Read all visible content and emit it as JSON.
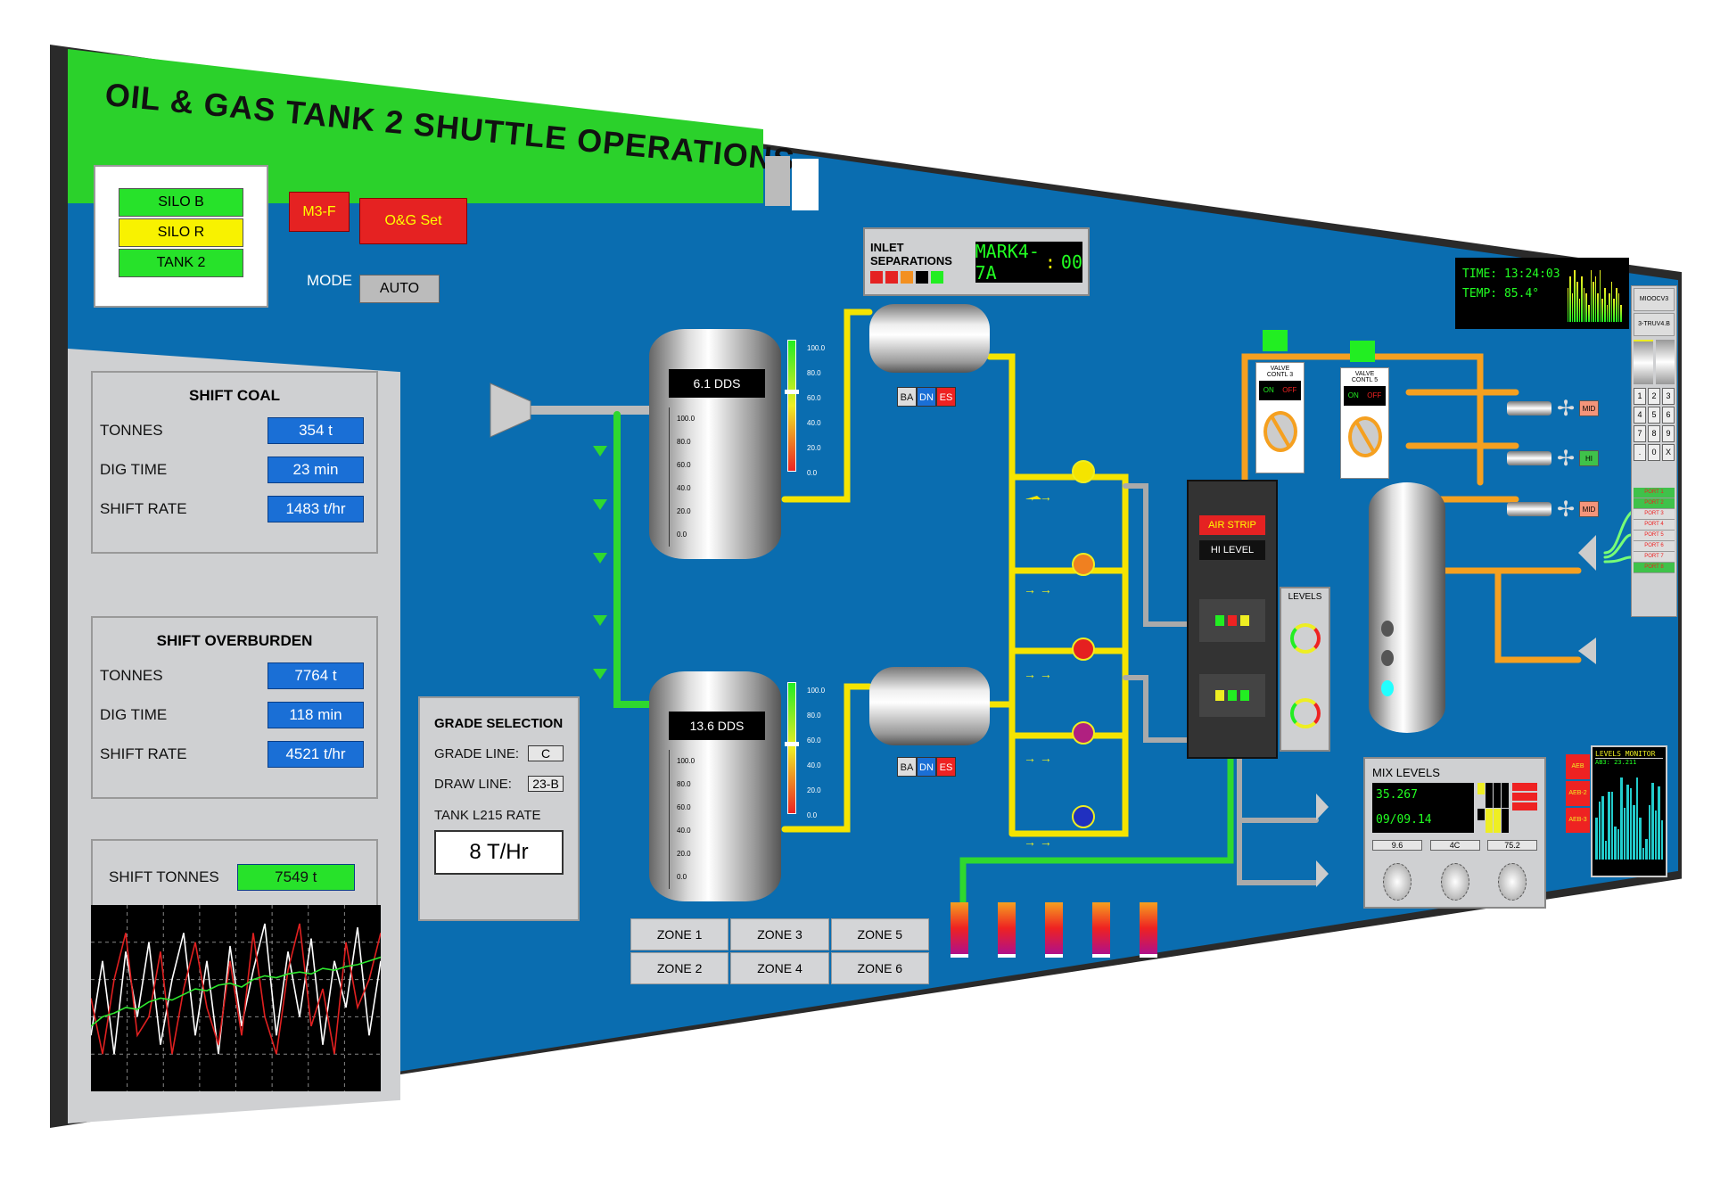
{
  "title": "OIL & GAS TANK 2 SHUTTLE OPERATIONS",
  "status_list": [
    {
      "label": "SILO B",
      "color": "#27e22a"
    },
    {
      "label": "SILO R",
      "color": "#f8f200"
    },
    {
      "label": "TANK 2",
      "color": "#27e22a"
    }
  ],
  "buttons": {
    "m3f": "M3-F",
    "og_set": "O&G Set"
  },
  "mode": {
    "label": "MODE",
    "value": "AUTO"
  },
  "shift_coal": {
    "title": "SHIFT COAL",
    "rows": [
      {
        "label": "TONNES",
        "value": "354 t"
      },
      {
        "label": "DIG TIME",
        "value": "23 min"
      },
      {
        "label": "SHIFT RATE",
        "value": "1483 t/hr"
      }
    ]
  },
  "shift_overburden": {
    "title": "SHIFT OVERBURDEN",
    "rows": [
      {
        "label": "TONNES",
        "value": "7764 t"
      },
      {
        "label": "DIG TIME",
        "value": "118 min"
      },
      {
        "label": "SHIFT RATE",
        "value": "4521 t/hr"
      }
    ]
  },
  "shift_tonnes": {
    "label": "SHIFT TONNES",
    "value": "7549 t"
  },
  "chart_data": {
    "type": "line",
    "title": "",
    "xlabel": "",
    "ylabel": "",
    "ylim": [
      0,
      100
    ],
    "grid": true,
    "x": [
      0,
      1,
      2,
      3,
      4,
      5,
      6,
      7,
      8,
      9,
      10,
      11,
      12,
      13,
      14,
      15,
      16,
      17,
      18,
      19,
      20,
      21,
      22,
      23,
      24,
      25
    ],
    "series": [
      {
        "name": "white",
        "color": "#ffffff",
        "values": [
          30,
          70,
          20,
          75,
          40,
          80,
          25,
          60,
          85,
          30,
          70,
          20,
          78,
          35,
          65,
          90,
          30,
          75,
          40,
          82,
          25,
          70,
          45,
          88,
          30,
          70
        ]
      },
      {
        "name": "red",
        "color": "#e02020",
        "values": [
          50,
          20,
          60,
          85,
          30,
          40,
          75,
          20,
          55,
          80,
          45,
          25,
          70,
          30,
          85,
          40,
          20,
          65,
          90,
          35,
          55,
          20,
          80,
          45,
          60,
          85
        ]
      },
      {
        "name": "green",
        "color": "#2ee82e",
        "values": [
          35,
          40,
          42,
          45,
          44,
          48,
          50,
          49,
          52,
          55,
          54,
          57,
          58,
          56,
          60,
          62,
          61,
          63,
          64,
          63,
          66,
          65,
          67,
          68,
          70,
          72
        ]
      }
    ]
  },
  "grade": {
    "title": "GRADE SELECTION",
    "grade_line_label": "GRADE LINE:",
    "grade_line": "C",
    "draw_line_label": "DRAW LINE:",
    "draw_line": "23-B",
    "rate_label": "TANK L215 RATE",
    "rate": "8 T/Hr"
  },
  "tanks": [
    {
      "label": "6.1 DDS",
      "level": 0.62
    },
    {
      "label": "13.6 DDS",
      "level": 0.55
    }
  ],
  "gauge_ticks": [
    "100.0",
    "80.0",
    "60.0",
    "40.0",
    "20.0",
    "0.0"
  ],
  "tank_scale": [
    "100.0",
    "80.0",
    "60.0",
    "40.0",
    "20.0",
    "0.0"
  ],
  "bade": [
    "BA",
    "DN",
    "ES"
  ],
  "inlet": {
    "title": "INLET SEPARATIONS",
    "display": "MARK4-7A",
    "suffix": "00",
    "lights": [
      "#e52222",
      "#e52222",
      "#f39021",
      "#000000",
      "#22ee22"
    ]
  },
  "valve_colors": [
    "#f5e400",
    "#f08020",
    "#e52020",
    "#b02080",
    "#2030c0"
  ],
  "cabinet": {
    "air_strip": "AIR STRIP",
    "hi_level": "HI LEVEL"
  },
  "levels_label": "LEVELS",
  "valve_controls": [
    {
      "title": "VALVE CONTL 3",
      "on": "ON",
      "off": "OFF"
    },
    {
      "title": "VALVE CONTL 5",
      "on": "ON",
      "off": "OFF"
    }
  ],
  "time_panel": {
    "time": "TIME: 13:24:03",
    "temp": "TEMP: 85.4°",
    "spectrum": [
      6,
      8,
      5,
      9,
      7,
      4,
      8,
      6,
      5,
      3,
      9,
      7,
      8,
      5,
      9,
      4,
      6,
      3,
      5,
      7,
      4,
      6,
      5,
      3
    ]
  },
  "side_buttons": [
    "MIOOCV3",
    "3-TRUV4.B"
  ],
  "keypad": [
    "1",
    "2",
    "3",
    "4",
    "5",
    "6",
    "7",
    "8",
    "9",
    ".",
    "0",
    "X"
  ],
  "ports": [
    {
      "label": "PORT 1",
      "on": true
    },
    {
      "label": "PORT 2",
      "on": true
    },
    {
      "label": "PORT 3",
      "on": false
    },
    {
      "label": "PORT 4",
      "on": false
    },
    {
      "label": "PORT 5",
      "on": false
    },
    {
      "label": "PORT 6",
      "on": false
    },
    {
      "label": "PORT 7",
      "on": false
    },
    {
      "label": "PORT 8",
      "on": true
    }
  ],
  "fans": [
    {
      "label": "MID",
      "color": "#f4957a"
    },
    {
      "label": "HI",
      "color": "#3fc24a"
    },
    {
      "label": "MID",
      "color": "#f4957a"
    }
  ],
  "mix": {
    "title": "MIX LEVELS",
    "display": "35.267 09/09.14",
    "knobs": [
      "9.6",
      "4C",
      "75.2"
    ]
  },
  "aeb": [
    "AEB",
    "AEB-2",
    "AEB-3"
  ],
  "monitor": {
    "title": "LEVELS MONITOR",
    "sub": "AB3: 23.211",
    "bars": [
      45,
      62,
      68,
      20,
      72,
      72,
      35,
      32,
      88,
      55,
      80,
      76,
      58,
      88,
      45,
      12,
      22,
      58,
      82,
      52,
      78,
      42
    ]
  },
  "zones": [
    "ZONE 1",
    "ZONE 2",
    "ZONE 3",
    "ZONE 4",
    "ZONE 5",
    "ZONE 6"
  ]
}
